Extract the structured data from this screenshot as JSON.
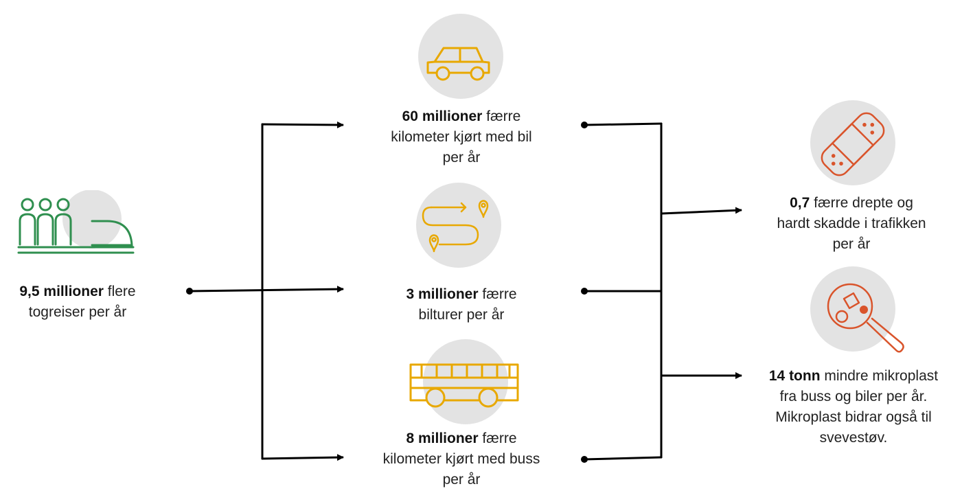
{
  "colors": {
    "green": "#2f8f4f",
    "amber": "#e8a800",
    "orange": "#d9542b",
    "circle": "#e3e3e3",
    "line": "#000000"
  },
  "source": {
    "icon": "train-passengers-icon",
    "bold": "9,5 millioner",
    "line1_rest": " flere",
    "line2": "togreiser per år"
  },
  "effects": [
    {
      "icon": "car-icon",
      "bold": "60 millioner",
      "line1_rest": " færre",
      "lines": [
        "kilometer kjørt med bil",
        "per år"
      ]
    },
    {
      "icon": "route-icon",
      "bold": "3 millioner",
      "line1_rest": " færre",
      "lines": [
        "bilturer per år"
      ]
    },
    {
      "icon": "bus-icon",
      "bold": "8 millioner",
      "line1_rest": " færre",
      "lines": [
        "kilometer kjørt med buss",
        "per år"
      ]
    }
  ],
  "outcomes": [
    {
      "icon": "bandage-icon",
      "bold": "0,7",
      "line1_rest": " færre drepte og",
      "lines": [
        "hardt skadde i trafikken",
        "per år"
      ]
    },
    {
      "icon": "microplastic-icon",
      "bold": "14 tonn",
      "line1_rest": " mindre mikroplast",
      "lines": [
        "fra buss og biler per år.",
        "Mikroplast bidrar også til",
        "svevestøv."
      ]
    }
  ]
}
